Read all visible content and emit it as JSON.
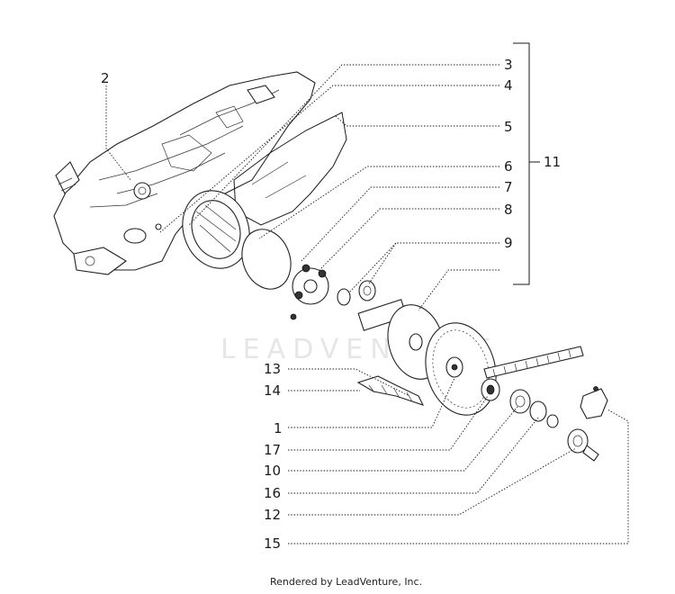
{
  "watermark": "LEADVENTURE",
  "footer": "Rendered by LeadVenture, Inc.",
  "callouts": [
    "2",
    "3",
    "4",
    "5",
    "6",
    "7",
    "8",
    "9",
    "11",
    "13",
    "14",
    "1",
    "17",
    "10",
    "16",
    "12",
    "15"
  ]
}
